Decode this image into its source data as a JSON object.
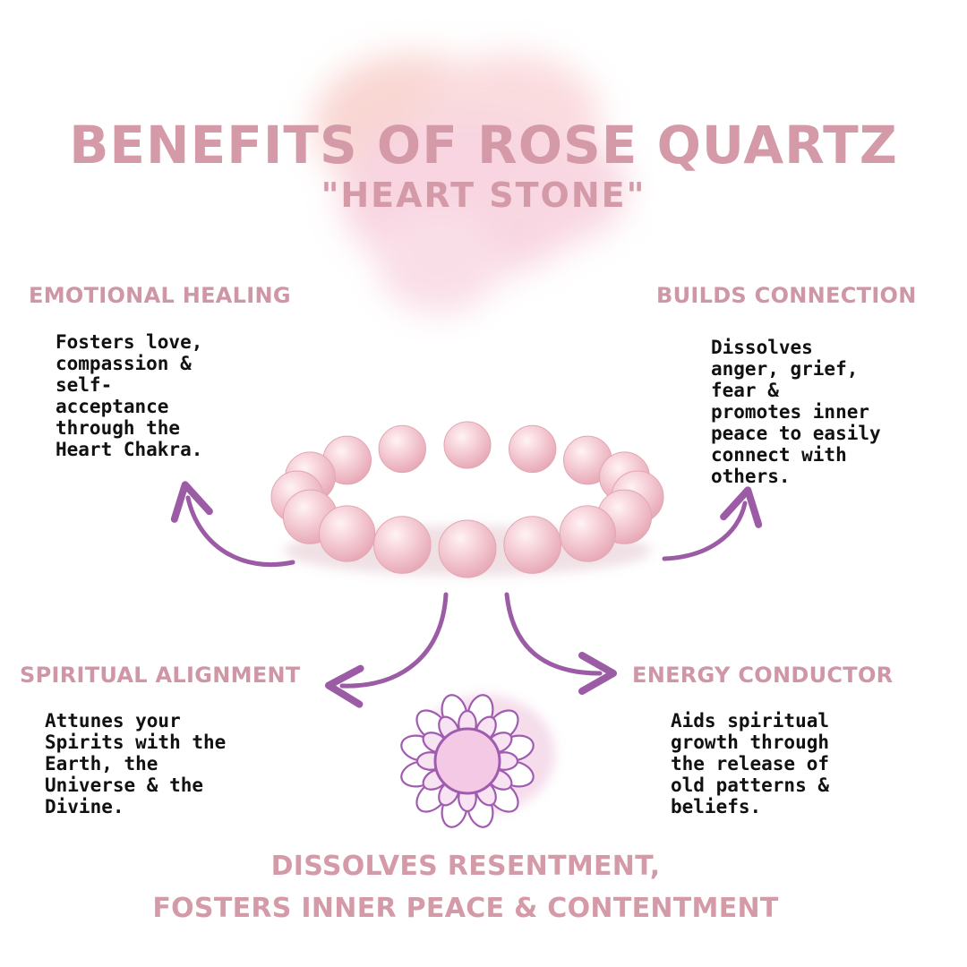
{
  "title": {
    "main": "BENEFITS OF ROSE QUARTZ",
    "sub": "\"HEART STONE\""
  },
  "sections": {
    "emotional_healing": {
      "heading": "EMOTIONAL HEALING",
      "body": "Fosters love,\ncompassion &\nself-\nacceptance\nthrough the\nHeart Chakra."
    },
    "builds_connection": {
      "heading": "BUILDS CONNECTION",
      "body": "Dissolves\nanger, grief,\nfear &\npromotes inner\npeace to easily\nconnect with\nothers."
    },
    "spiritual_alignment": {
      "heading": "SPIRITUAL ALIGNMENT",
      "body": "Attunes your\nSpirits with the\nEarth, the\nUniverse & the\nDivine."
    },
    "energy_conductor": {
      "heading": "ENERGY CONDUCTOR",
      "body": "Aids spiritual\ngrowth through\nthe release of\nold patterns &\nbeliefs."
    }
  },
  "footer": {
    "line1": "DISSOLVES RESENTMENT,",
    "line2": "FOSTERS INNER PEACE & CONTENTMENT"
  },
  "colors": {
    "title": "#d49aa8",
    "arrow": "#9b5ba5",
    "lotus": "#a05cb0",
    "bead": "#f2c6d0"
  },
  "icons": {
    "bracelet": "rose-quartz-bracelet",
    "lotus": "crown-chakra-lotus-icon",
    "arrow": "curved-arrow-icon"
  }
}
